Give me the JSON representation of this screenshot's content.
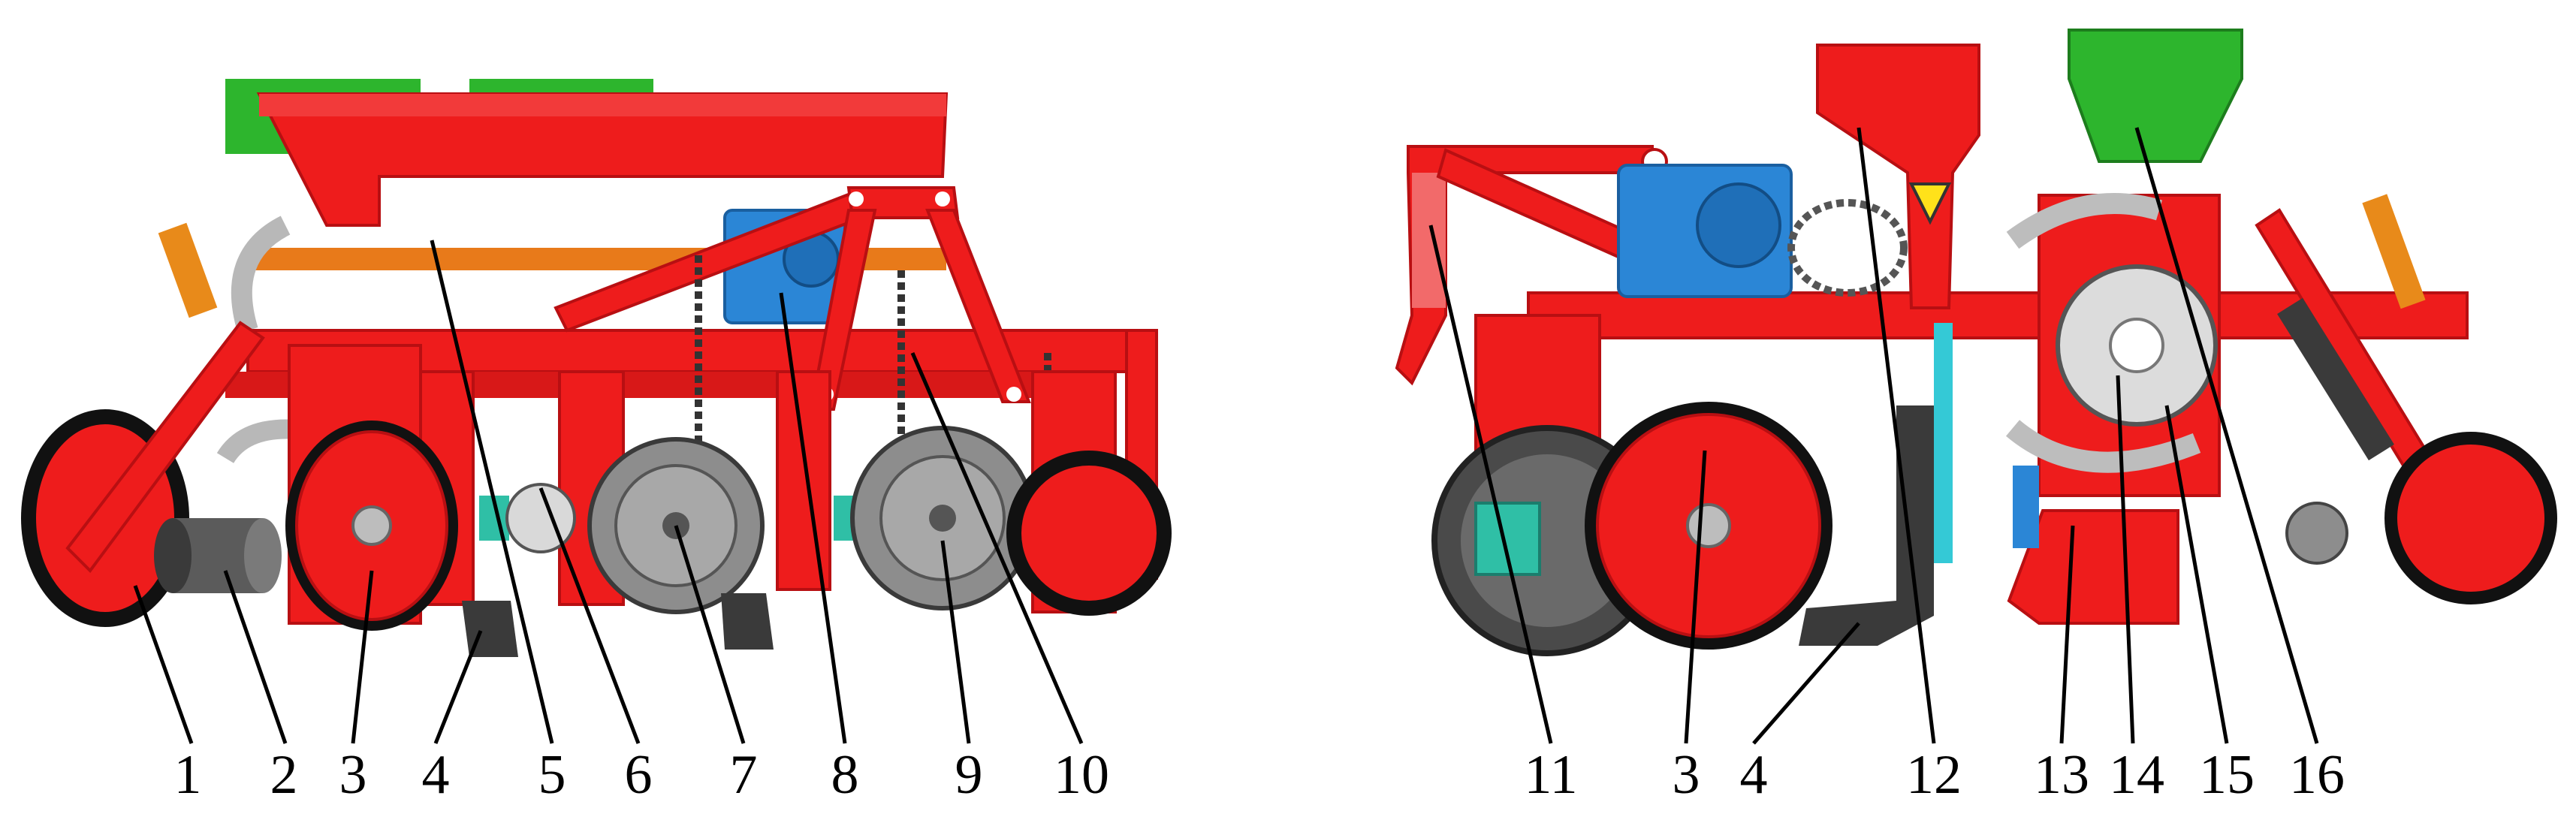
{
  "colors": {
    "frame_red": "#ee1c1c",
    "dark_red": "#b80f12",
    "hopper_green": "#2db52d",
    "gearbox_blue": "#2b86d6",
    "wheel_black": "#111111",
    "steel_gray": "#9a9a9a",
    "dark_gray": "#4a4a4a",
    "teal_bearing": "#2fbfa6",
    "cyan_tube": "#34c9d6",
    "spring_orange": "#e88a1a",
    "background": "#ffffff"
  },
  "left_view": {
    "labels": [
      "1",
      "2",
      "3",
      "4",
      "5",
      "6",
      "7",
      "8",
      "9",
      "10"
    ]
  },
  "right_view": {
    "labels": [
      "11",
      "3",
      "4",
      "12",
      "13",
      "14",
      "15",
      "16"
    ]
  }
}
